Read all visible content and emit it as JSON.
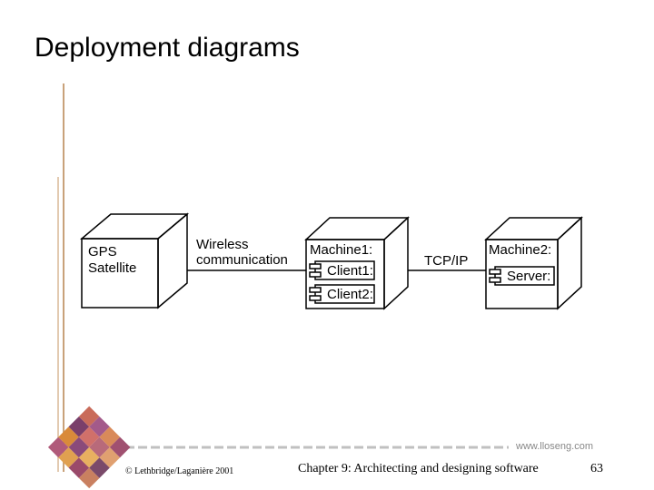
{
  "slide": {
    "title": "Deployment diagrams"
  },
  "diagram": {
    "nodes": [
      {
        "id": "gps",
        "lines": [
          "GPS",
          "Satellite"
        ]
      },
      {
        "id": "machine1",
        "name": "Machine1:",
        "components": [
          "Client1:",
          "Client2:"
        ]
      },
      {
        "id": "machine2",
        "name": "Machine2:",
        "components": [
          "Server:"
        ]
      }
    ],
    "connections": [
      {
        "from": "gps",
        "to": "machine1",
        "lines": [
          "Wireless",
          "communication"
        ]
      },
      {
        "from": "machine1",
        "to": "machine2",
        "label": "TCP/IP"
      }
    ]
  },
  "footer": {
    "copyright": "© Lethbridge/Laganière 2001",
    "chapter": "Chapter 9: Architecting and designing software",
    "page": "63",
    "website": "www.lloseng.com"
  },
  "colors": {
    "accent": "#c9a27a",
    "ink": "#000000"
  }
}
